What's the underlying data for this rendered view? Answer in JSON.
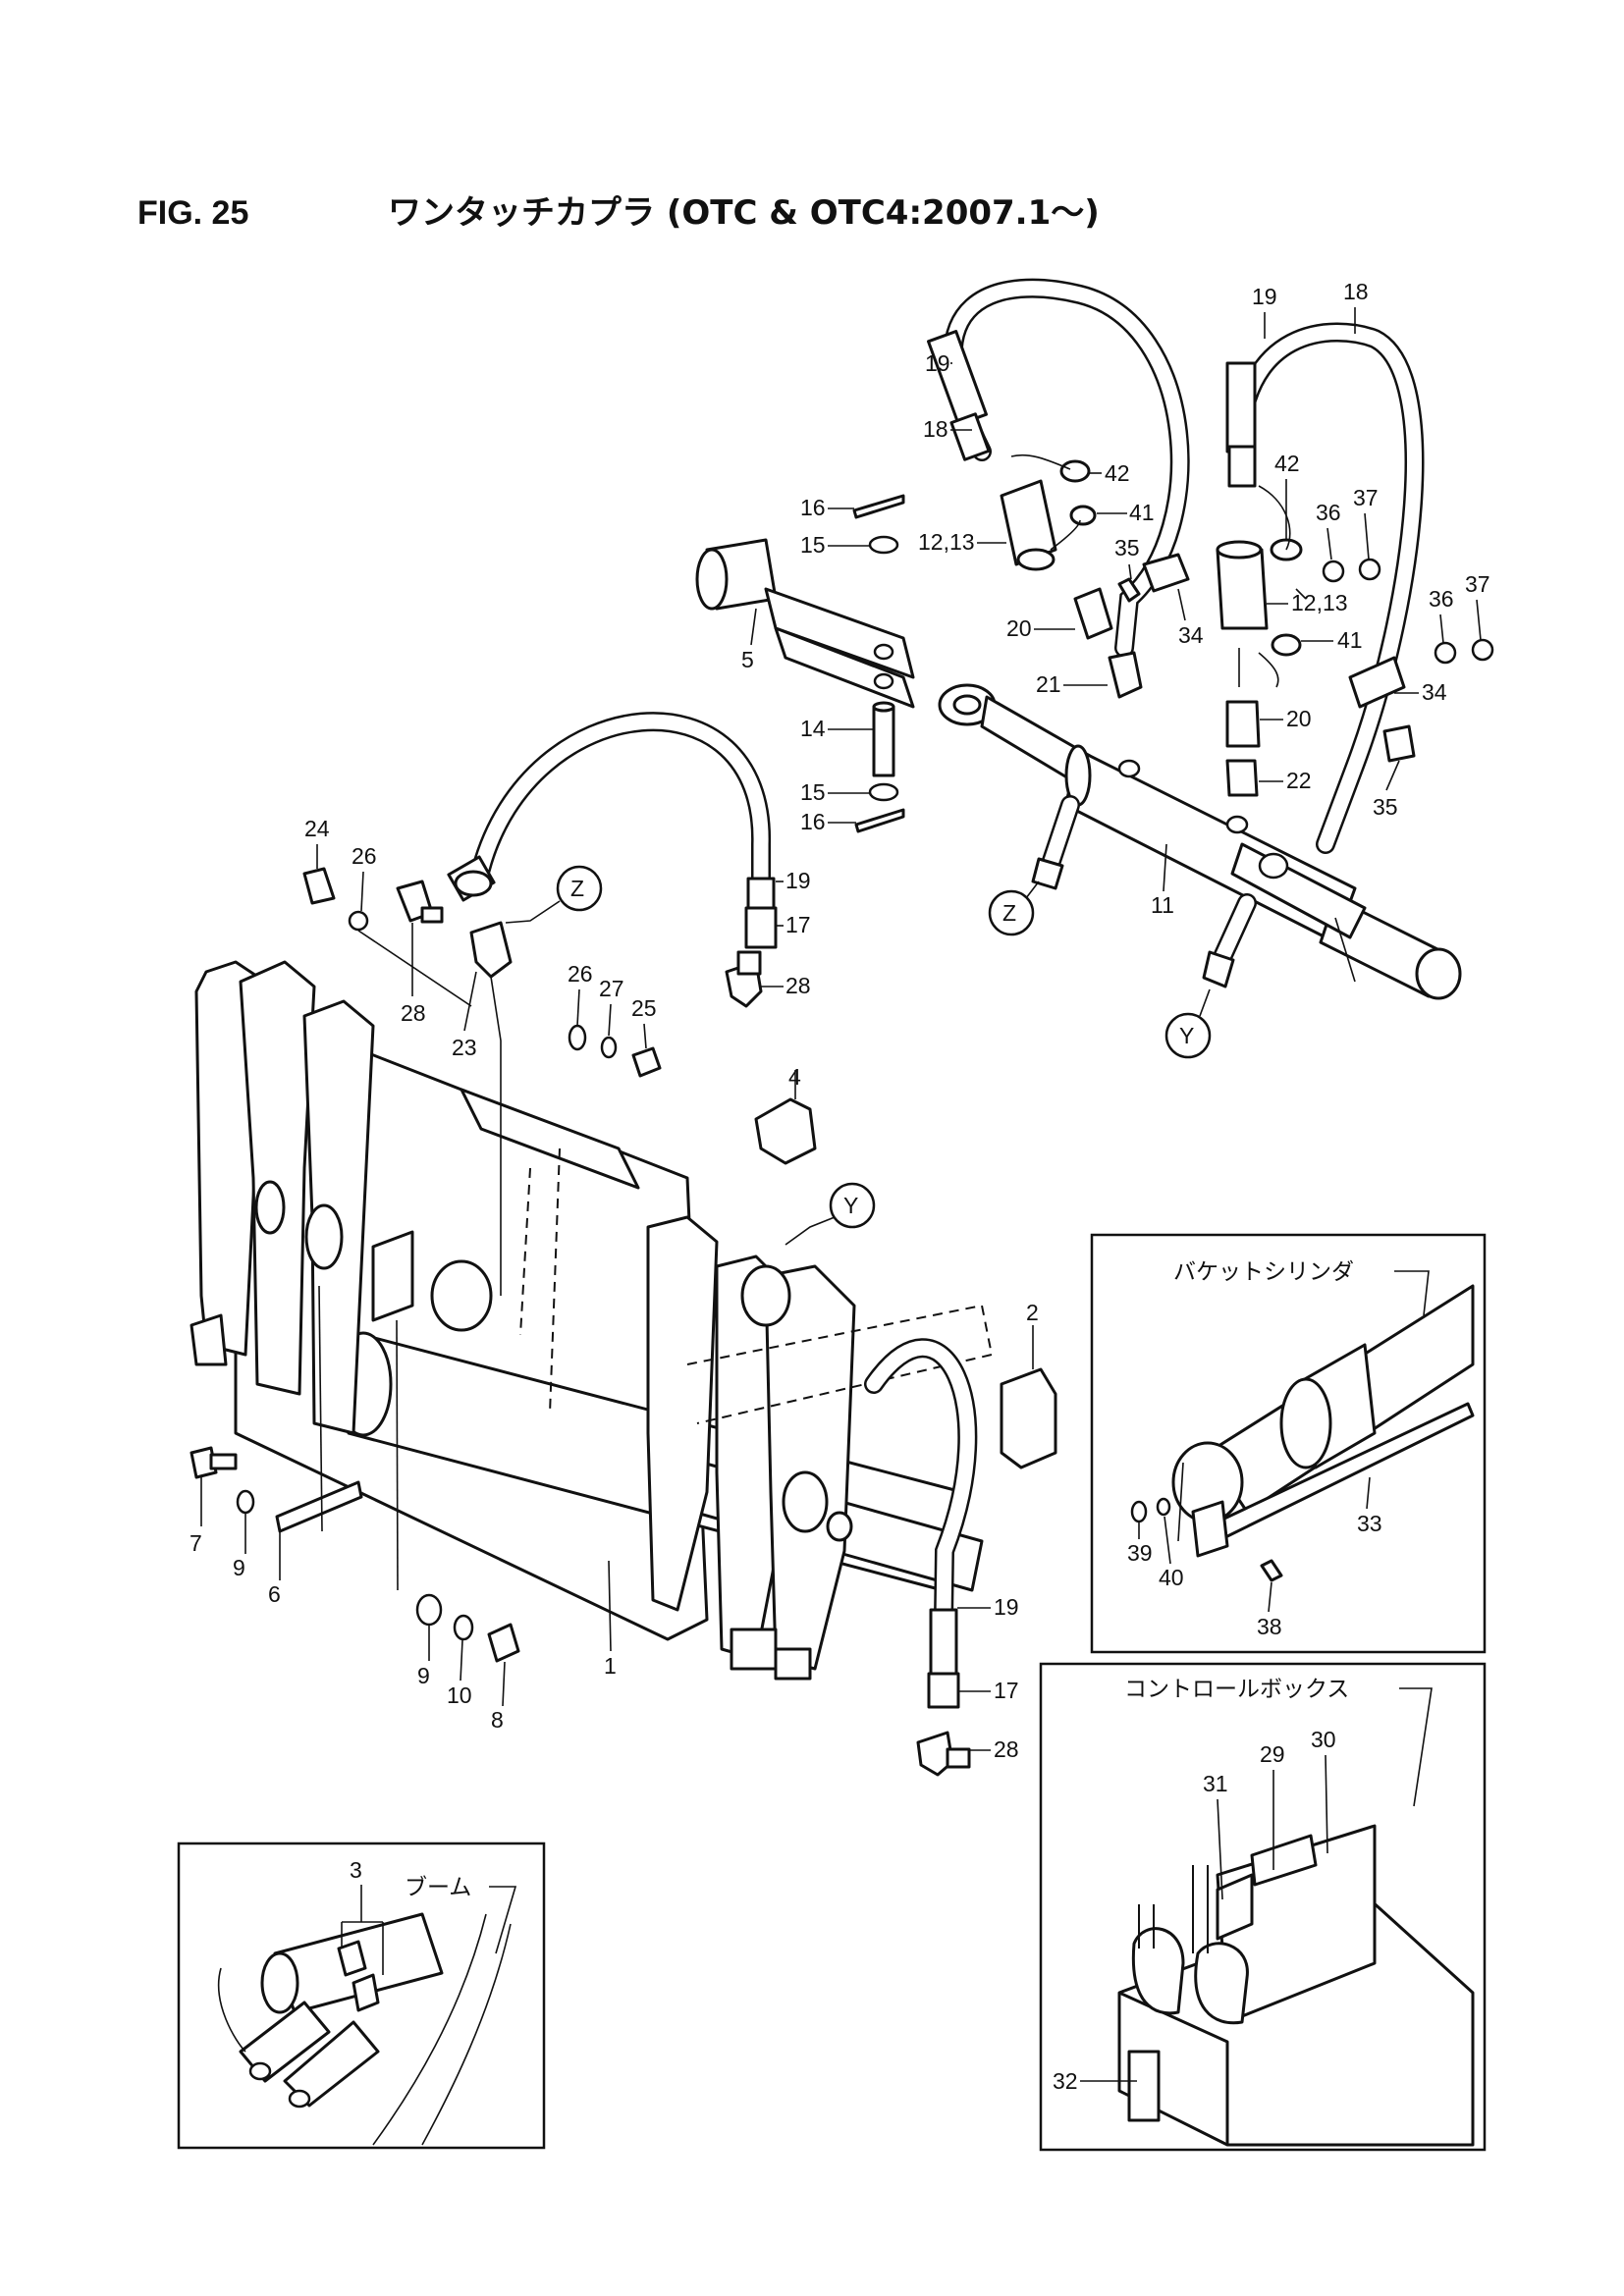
{
  "header": {
    "figure": "FIG. 25",
    "title": "ワンタッチカプラ (OTC & OTC4:2007.1～)"
  },
  "callouts": {
    "c1": "1",
    "c2": "2",
    "c3": "3",
    "c4": "4",
    "c5": "5",
    "c6": "6",
    "c7": "7",
    "c8": "8",
    "c9a": "9",
    "c9b": "9",
    "c10": "10",
    "c11": "11",
    "c1213a": "12,13",
    "c1213b": "12,13",
    "c14": "14",
    "c15a": "15",
    "c15b": "15",
    "c16a": "16",
    "c16b": "16",
    "c17a": "17",
    "c17b": "17",
    "c18a": "18",
    "c18b": "18",
    "c19a": "19",
    "c19b": "19",
    "c19c": "19",
    "c19d": "19",
    "c20a": "20",
    "c20b": "20",
    "c21": "21",
    "c22": "22",
    "c23": "23",
    "c24": "24",
    "c25": "25",
    "c26a": "26",
    "c26b": "26",
    "c27": "27",
    "c28a": "28",
    "c28b": "28",
    "c28c": "28",
    "c29": "29",
    "c30": "30",
    "c31": "31",
    "c32": "32",
    "c33": "33",
    "c34a": "34",
    "c34b": "34",
    "c35a": "35",
    "c35b": "35",
    "c36a": "36",
    "c36b": "36",
    "c37a": "37",
    "c37b": "37",
    "c38": "38",
    "c39": "39",
    "c40": "40",
    "c41a": "41",
    "c41b": "41",
    "c42a": "42",
    "c42b": "42"
  },
  "references": {
    "z1": "Z",
    "z2": "Z",
    "y1": "Y",
    "y2": "Y"
  },
  "insets": {
    "bucket_cylinder": "バケットシリンダ",
    "control_box": "コントロールボックス",
    "boom": "ブーム"
  }
}
